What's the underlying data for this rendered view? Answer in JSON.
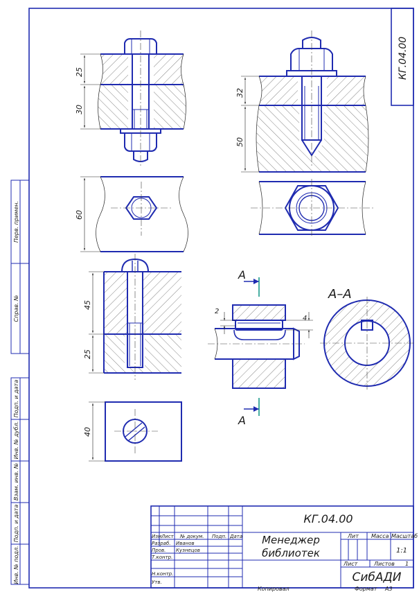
{
  "sheet": {
    "code_corner": "КГ.04.00",
    "accent_color": "#1f2bb0",
    "marker_color": "#1a9a8a"
  },
  "dimensions": {
    "bolt_top": "25",
    "bolt_bottom": "30",
    "stud_top": "32",
    "stud_bottom": "50",
    "hex_view": "60",
    "screw_top": "45",
    "screw_bottom": "25",
    "screw_head_view": "40",
    "key_gap": "2",
    "key_height": "4"
  },
  "section": {
    "marker_letter": "А",
    "title": "А–А"
  },
  "side_stamp": {
    "cells": [
      "Перв. примен.",
      "Справ. №",
      "Подп. и дата",
      "Инв. № дубл.",
      "Взам. инв. №",
      "Подп. и дата",
      "Инв. № подл."
    ]
  },
  "title_block": {
    "designation": "КГ.04.00",
    "doc_name_line1": "Менеджер",
    "doc_name_line2": "библиотек",
    "header_labels": [
      "Изм",
      "Лист",
      "№ докум.",
      "Подп.",
      "Дата"
    ],
    "roles": [
      {
        "role": "Разраб.",
        "name": "Иванов"
      },
      {
        "role": "Пров.",
        "name": "Кузнецов"
      },
      {
        "role": "Т.контр.",
        "name": ""
      },
      {
        "role": "Н.контр.",
        "name": ""
      },
      {
        "role": "Утв.",
        "name": ""
      }
    ],
    "lit_label": "Лит",
    "mass_label": "Масса",
    "scale_label": "Масштаб",
    "scale_value": "1:1",
    "sheet_label": "Лист",
    "sheets_label": "Листов",
    "sheets_value": "1",
    "organization": "СибАДИ",
    "copied_label": "Копировал",
    "format_label": "Формат",
    "format_value": "А3"
  }
}
